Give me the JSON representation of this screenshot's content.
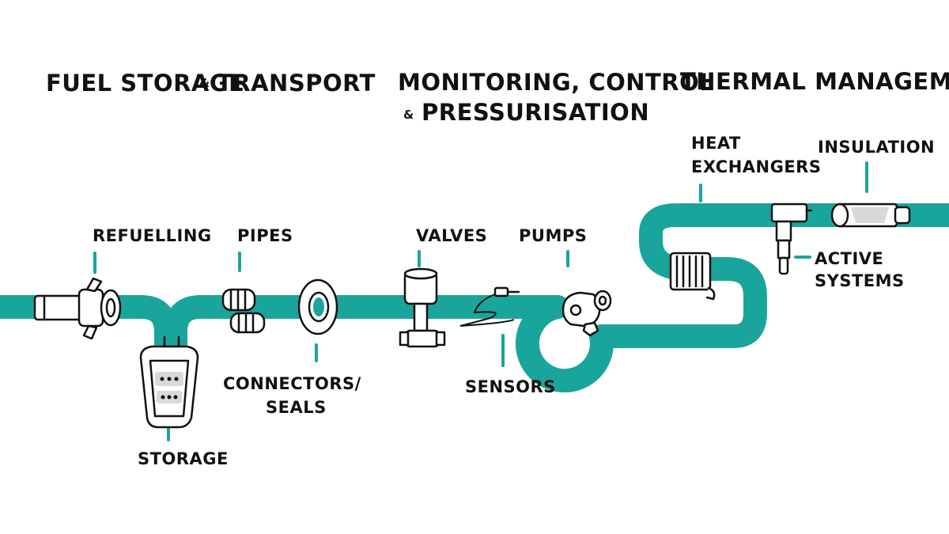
{
  "colors": {
    "pipe": "#1aa59c",
    "ink": "#111111",
    "background": "#ffffff"
  },
  "sections": [
    {
      "line1": "FUEL STORAGE",
      "amp": "&",
      "line2": "TRANSPORT"
    },
    {
      "line1": "MONITORING, CONTROL",
      "amp": "&",
      "line2": "PRESSURISATION"
    },
    {
      "line1": "THERMAL MANAGEMENT"
    }
  ],
  "components": {
    "refuelling": "REFUELLING",
    "storage": "STORAGE",
    "pipes": "PIPES",
    "connectors_line1": "CONNECTORS/",
    "connectors_line2": "SEALS",
    "valves": "VALVES",
    "sensors": "SENSORS",
    "pumps": "PUMPS",
    "heat_exchangers_line1": "HEAT",
    "heat_exchangers_line2": "EXCHANGERS",
    "insulation": "INSULATION",
    "active_systems_line1": "ACTIVE",
    "active_systems_line2": "SYSTEMS"
  },
  "icons": [
    "refuelling-nozzle-icon",
    "storage-tank-icon",
    "bellows-pipe-icon",
    "connector-seal-ring-icon",
    "valve-icon",
    "sensor-icon",
    "pump-icon",
    "heat-exchanger-icon",
    "active-system-icon",
    "insulation-icon"
  ]
}
